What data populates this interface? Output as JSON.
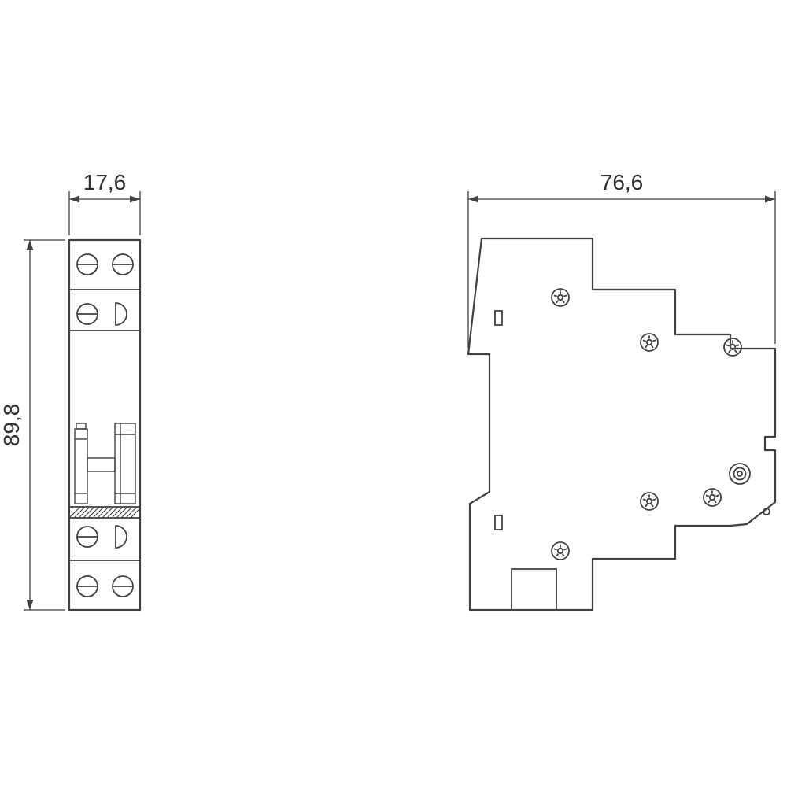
{
  "drawing": {
    "background_color": "#ffffff",
    "line_color": "#414141",
    "views": {
      "front_view": {
        "width_dimension": "17,6",
        "height_dimension": "89,8"
      },
      "side_view": {
        "width_dimension": "76,6"
      }
    }
  }
}
